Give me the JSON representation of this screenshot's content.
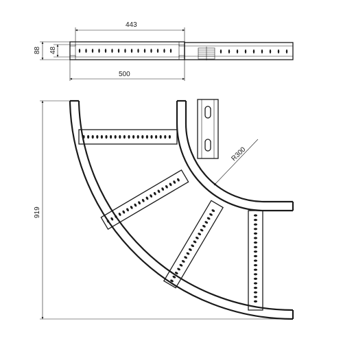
{
  "dimensions": {
    "top_inner_width": "443",
    "top_outer_width": "500",
    "side_height_outer": "88",
    "side_height_inner": "48",
    "bend_height": "919",
    "inner_radius": "R300"
  },
  "colors": {
    "line": "#1a1a1a",
    "background": "#ffffff"
  }
}
